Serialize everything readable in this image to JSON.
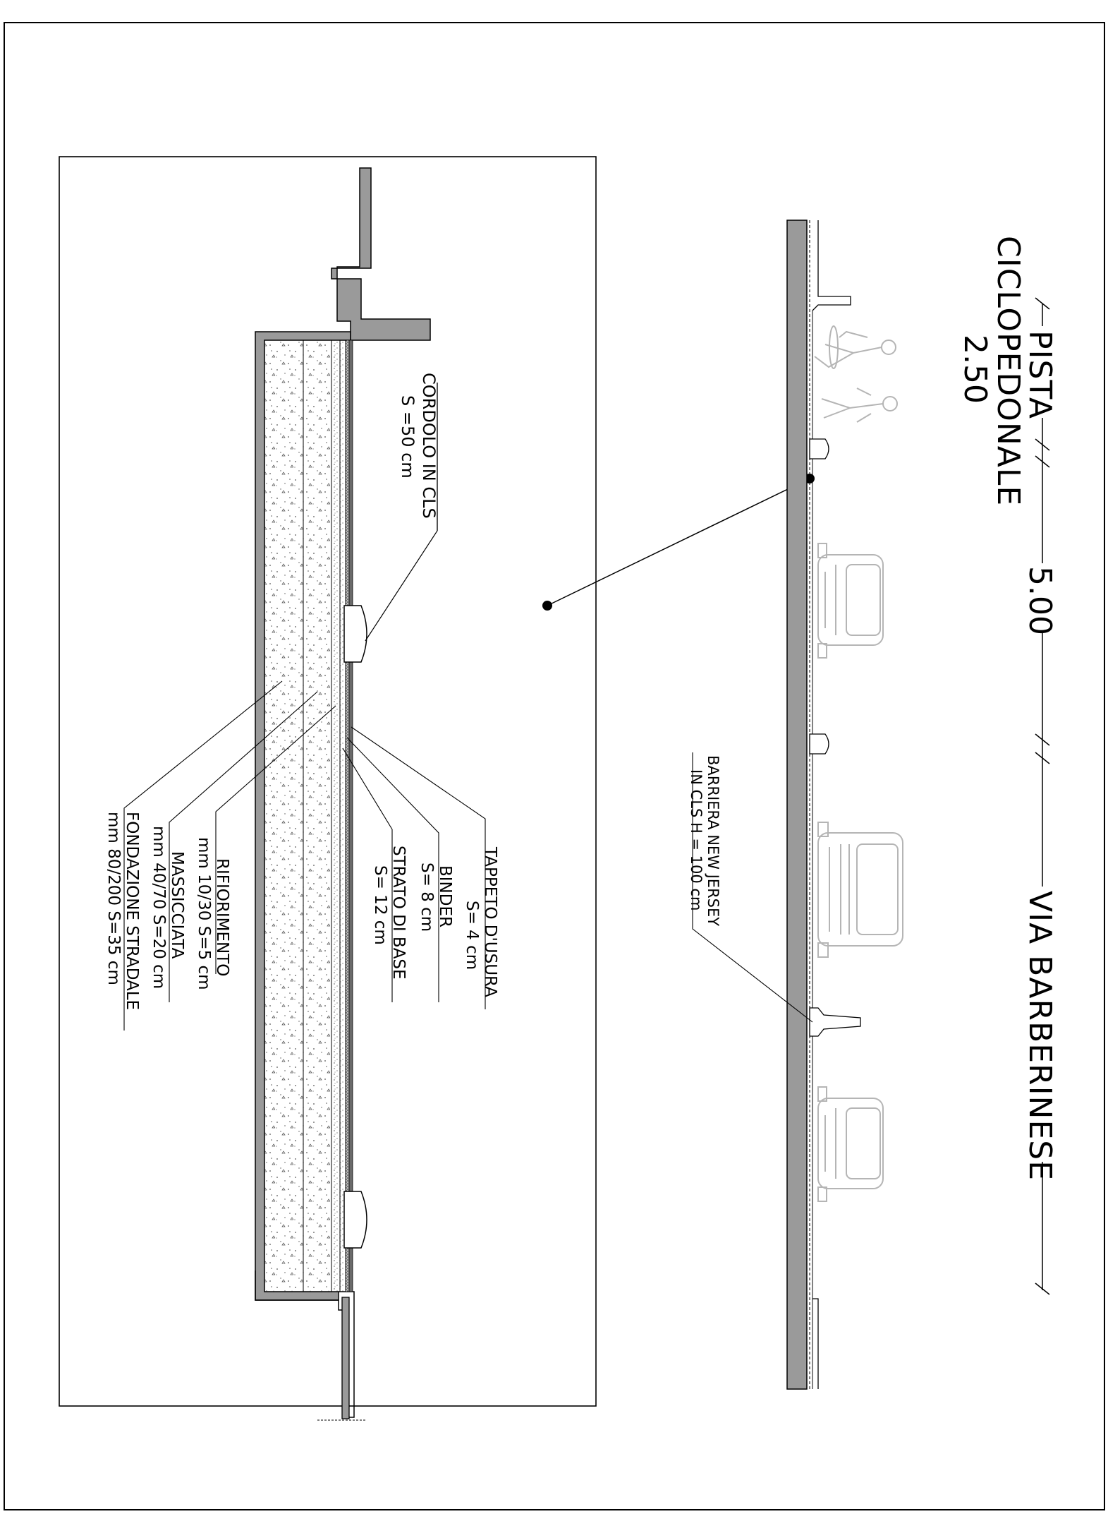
{
  "road_section": {
    "title_bike": "PISTA",
    "title_bike_2": "CICLOPEDONALE",
    "title_road": "VIA BARBERINESE",
    "dim_bike": "2.50",
    "dim_lane": "5.00",
    "barrier_label_1": "BARRIERA NEW JERSEY",
    "barrier_label_2": "IN CLS H = 100 cm"
  },
  "detail": {
    "curb_label_1": "CORDOLO IN CLS",
    "curb_label_2": "S =50 cm",
    "layers": [
      {
        "name": "TAPPETO D'USURA",
        "spec": "S= 4 cm"
      },
      {
        "name": "BINDER",
        "spec": "S= 8 cm"
      },
      {
        "name": "STRATO DI BASE",
        "spec": "S= 12 cm"
      },
      {
        "name": "RIFIORIMENTO",
        "spec": "mm 10/30 S=5 cm"
      },
      {
        "name": "MASSICCIATA",
        "spec": "mm 40/70 S=20 cm"
      },
      {
        "name": "FONDAZIONE STRADALE",
        "spec": "mm 80/200 S=35 cm"
      }
    ]
  },
  "colors": {
    "line": "#000000",
    "section_fill": "#9a9a9a",
    "vehicle_stroke": "#b5b5b5"
  }
}
